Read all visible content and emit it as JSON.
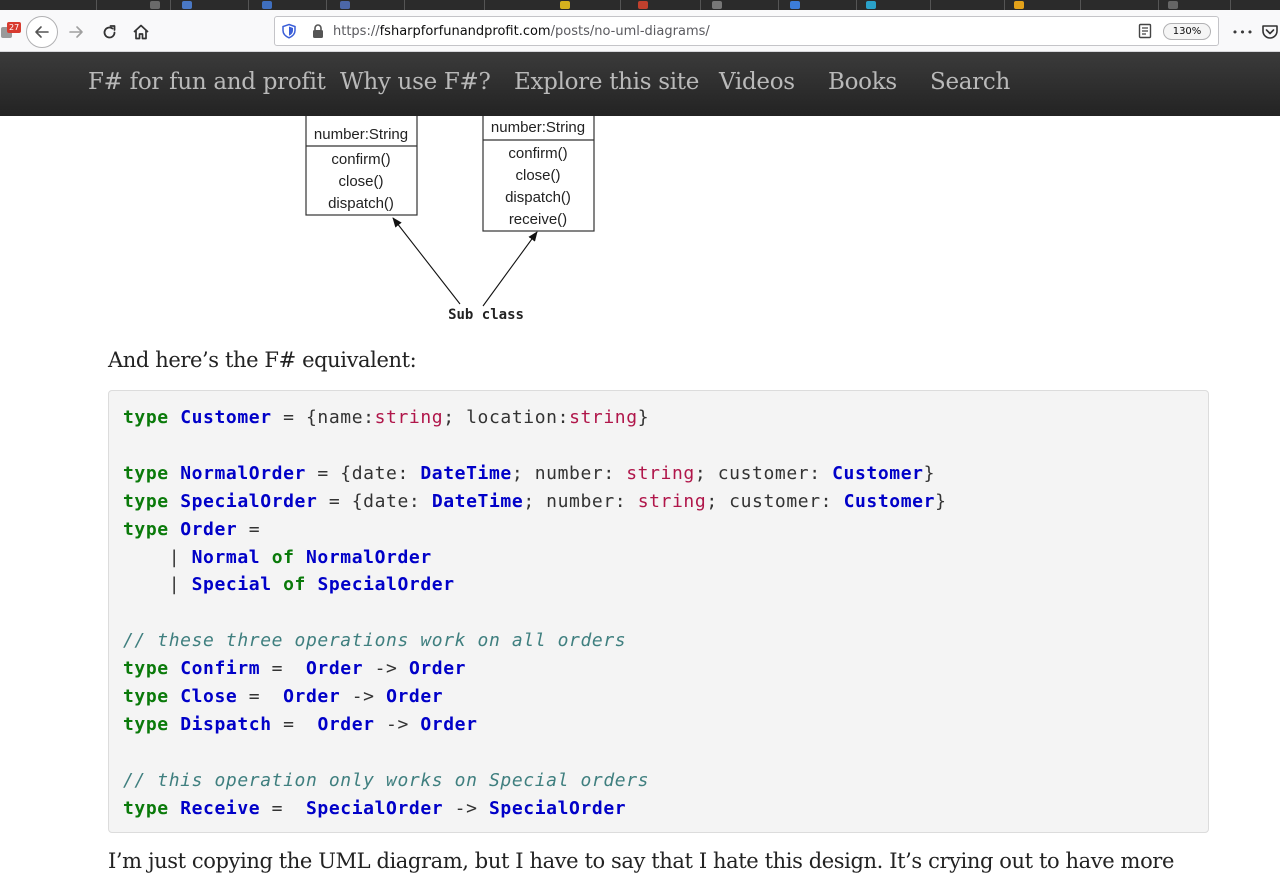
{
  "browser": {
    "notification_count": "27",
    "url_host": "fsharpforfunandprofit.com",
    "url_prefix": "https://",
    "url_path": "/posts/no-uml-diagrams/",
    "zoom": "130%",
    "more_label": "•••",
    "icons": [
      "back-arrow-icon",
      "forward-arrow-icon",
      "reload-icon",
      "home-icon",
      "shield-icon",
      "lock-icon",
      "reader-view-icon",
      "pocket-icon"
    ]
  },
  "site_nav": {
    "items": [
      {
        "label": "F# for fun and profit"
      },
      {
        "label": "Why use F#?"
      },
      {
        "label": "Explore this site"
      },
      {
        "label": "Videos"
      },
      {
        "label": "Books"
      },
      {
        "label": "Search"
      }
    ]
  },
  "diagram": {
    "left_class": {
      "attribute": "number:String",
      "methods": [
        "confirm()",
        "close()",
        "dispatch()"
      ]
    },
    "right_class": {
      "attribute": "number:String",
      "methods": [
        "confirm()",
        "close()",
        "dispatch()",
        "receive()"
      ]
    },
    "caption": "Sub class"
  },
  "text": {
    "intro": "And here’s the F# equivalent:",
    "outro": "I’m just copying the UML diagram, but I have to say that I hate this design. It’s crying out to have more"
  },
  "code": [
    [
      {
        "t": "kw",
        "v": "type"
      },
      {
        "t": "pl",
        "v": " "
      },
      {
        "t": "ty",
        "v": "Customer"
      },
      {
        "t": "pl",
        "v": " = {name:"
      },
      {
        "t": "st",
        "v": "string"
      },
      {
        "t": "pl",
        "v": "; location:"
      },
      {
        "t": "st",
        "v": "string"
      },
      {
        "t": "pl",
        "v": "}"
      }
    ],
    [],
    [
      {
        "t": "kw",
        "v": "type"
      },
      {
        "t": "pl",
        "v": " "
      },
      {
        "t": "ty",
        "v": "NormalOrder"
      },
      {
        "t": "pl",
        "v": " = {date: "
      },
      {
        "t": "ty",
        "v": "DateTime"
      },
      {
        "t": "pl",
        "v": "; number: "
      },
      {
        "t": "st",
        "v": "string"
      },
      {
        "t": "pl",
        "v": "; customer: "
      },
      {
        "t": "ty",
        "v": "Customer"
      },
      {
        "t": "pl",
        "v": "}"
      }
    ],
    [
      {
        "t": "kw",
        "v": "type"
      },
      {
        "t": "pl",
        "v": " "
      },
      {
        "t": "ty",
        "v": "SpecialOrder"
      },
      {
        "t": "pl",
        "v": " = {date: "
      },
      {
        "t": "ty",
        "v": "DateTime"
      },
      {
        "t": "pl",
        "v": "; number: "
      },
      {
        "t": "st",
        "v": "string"
      },
      {
        "t": "pl",
        "v": "; customer: "
      },
      {
        "t": "ty",
        "v": "Customer"
      },
      {
        "t": "pl",
        "v": "}"
      }
    ],
    [
      {
        "t": "kw",
        "v": "type"
      },
      {
        "t": "pl",
        "v": " "
      },
      {
        "t": "ty",
        "v": "Order"
      },
      {
        "t": "pl",
        "v": " ="
      }
    ],
    [
      {
        "t": "pl",
        "v": "    | "
      },
      {
        "t": "ty",
        "v": "Normal"
      },
      {
        "t": "pl",
        "v": " "
      },
      {
        "t": "kw",
        "v": "of"
      },
      {
        "t": "pl",
        "v": " "
      },
      {
        "t": "ty",
        "v": "NormalOrder"
      }
    ],
    [
      {
        "t": "pl",
        "v": "    | "
      },
      {
        "t": "ty",
        "v": "Special"
      },
      {
        "t": "pl",
        "v": " "
      },
      {
        "t": "kw",
        "v": "of"
      },
      {
        "t": "pl",
        "v": " "
      },
      {
        "t": "ty",
        "v": "SpecialOrder"
      }
    ],
    [],
    [
      {
        "t": "cm",
        "v": "// these three operations work on all orders"
      }
    ],
    [
      {
        "t": "kw",
        "v": "type"
      },
      {
        "t": "pl",
        "v": " "
      },
      {
        "t": "ty",
        "v": "Confirm"
      },
      {
        "t": "pl",
        "v": " =  "
      },
      {
        "t": "ty",
        "v": "Order"
      },
      {
        "t": "pl",
        "v": " -> "
      },
      {
        "t": "ty",
        "v": "Order"
      }
    ],
    [
      {
        "t": "kw",
        "v": "type"
      },
      {
        "t": "pl",
        "v": " "
      },
      {
        "t": "ty",
        "v": "Close"
      },
      {
        "t": "pl",
        "v": " =  "
      },
      {
        "t": "ty",
        "v": "Order"
      },
      {
        "t": "pl",
        "v": " -> "
      },
      {
        "t": "ty",
        "v": "Order"
      }
    ],
    [
      {
        "t": "kw",
        "v": "type"
      },
      {
        "t": "pl",
        "v": " "
      },
      {
        "t": "ty",
        "v": "Dispatch"
      },
      {
        "t": "pl",
        "v": " =  "
      },
      {
        "t": "ty",
        "v": "Order"
      },
      {
        "t": "pl",
        "v": " -> "
      },
      {
        "t": "ty",
        "v": "Order"
      }
    ],
    [],
    [
      {
        "t": "cm",
        "v": "// this operation only works on Special orders"
      }
    ],
    [
      {
        "t": "kw",
        "v": "type"
      },
      {
        "t": "pl",
        "v": " "
      },
      {
        "t": "ty",
        "v": "Receive"
      },
      {
        "t": "pl",
        "v": " =  "
      },
      {
        "t": "ty",
        "v": "SpecialOrder"
      },
      {
        "t": "pl",
        "v": " -> "
      },
      {
        "t": "ty",
        "v": "SpecialOrder"
      }
    ]
  ]
}
